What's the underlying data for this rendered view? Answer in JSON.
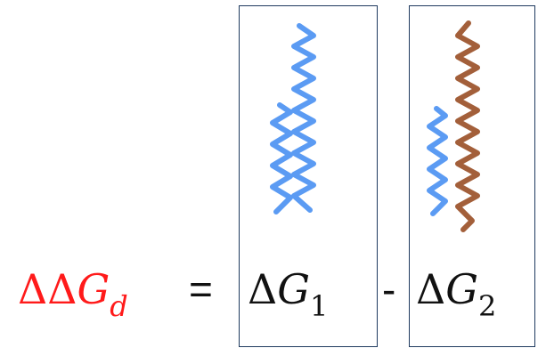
{
  "equation": {
    "lhs": {
      "delta": "ΔΔ",
      "symbol": "G",
      "subscript": "d",
      "color": "#ff1a1a"
    },
    "equals": "=",
    "term1": {
      "delta": "Δ",
      "symbol": "G",
      "subscript": "1"
    },
    "minus": "-",
    "term2": {
      "delta": "Δ",
      "symbol": "G",
      "subscript": "2"
    }
  },
  "colors": {
    "strand_blue": "#5b9bf3",
    "strand_brown": "#a35f3a",
    "box_border": "#1f3a5f"
  },
  "panels": [
    {
      "strands": [
        "blue",
        "blue"
      ]
    },
    {
      "strands": [
        "blue",
        "brown"
      ]
    }
  ]
}
